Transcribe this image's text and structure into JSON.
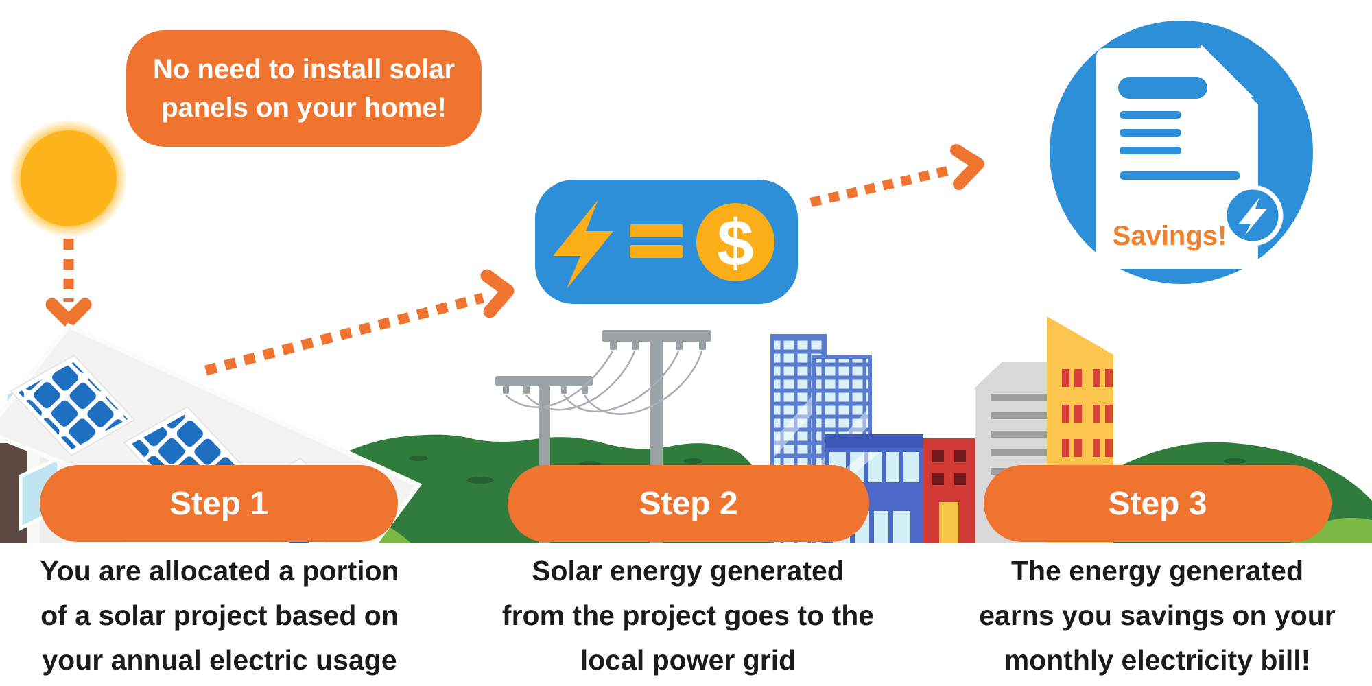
{
  "callout": {
    "line1": "No need to install solar",
    "line2": "panels on your home!"
  },
  "badge": {
    "dollar": "$"
  },
  "savings": {
    "label": "Savings!"
  },
  "steps": [
    {
      "label": "Step 1",
      "line1": "You are allocated a portion",
      "line2": "of a solar project based on",
      "line3": "your annual electric usage"
    },
    {
      "label": "Step 2",
      "line1": "Solar energy generated",
      "line2": "from the project goes to the",
      "line3": "local power grid"
    },
    {
      "label": "Step 3",
      "line1": "The energy generated",
      "line2": "earns you savings on your",
      "line3": "monthly electricity bill!"
    }
  ],
  "icons": {
    "sun": "sun-icon",
    "arrow_down": "dotted-down-arrow-icon",
    "arrow_house_to_badge": "dotted-up-right-arrow-icon",
    "arrow_badge_to_savings": "dotted-up-right-arrow-icon",
    "solar_house": "solar-house-icon",
    "lightning": "lightning-bolt-icon",
    "equals": "equals-sign-icon",
    "dollar_coin": "dollar-coin-icon",
    "savings_document": "bill-document-icon",
    "bolt_badge": "lightning-badge-icon",
    "power_lines": "power-lines-icon",
    "city": "city-buildings-icon",
    "hills": "green-hills-icon"
  },
  "colors": {
    "orange": "#EE742F",
    "blue": "#2E8FD9",
    "yellow": "#FBAE17",
    "sun_yellow": "#FDB51B",
    "panel_blue": "#1E6FC0",
    "hill_green": "#2F7C3C",
    "hill_light_green": "#7CB944",
    "pole_gray": "#9CA3A7",
    "text_dark": "#1B1B1B",
    "white": "#FFFFFF"
  }
}
